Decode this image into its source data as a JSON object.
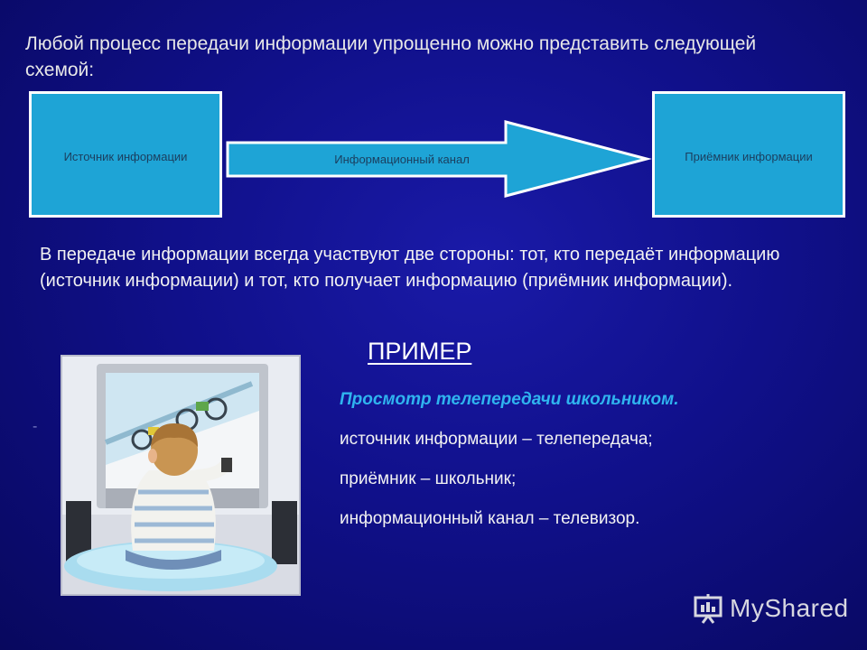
{
  "intro_text": "Любой процесс передачи информации упрощенно можно представить следующей схемой:",
  "diagram": {
    "source_label": "Источник информации",
    "channel_label": "Информационный канал",
    "receiver_label": "Приёмник информации"
  },
  "paragraph": "В передаче информации всегда участвуют две стороны: тот, кто передаёт информацию (источник информации) и тот, кто получает информацию (приёмник информации).",
  "example": {
    "heading": "ПРИМЕР",
    "lead": "Просмотр телепередачи школьником.",
    "lines": [
      "источник информации – телепередача;",
      "приёмник – школьник;",
      "информационный канал – телевизор."
    ]
  },
  "bullet_mark": "-",
  "watermark": "MyShared",
  "colors": {
    "background": "#10108a",
    "box_fill": "#1ea4d6",
    "box_border": "#ffffff",
    "lead_text": "#2fb4ef"
  },
  "icons": {
    "watermark_icon": "presentation-board-icon"
  }
}
